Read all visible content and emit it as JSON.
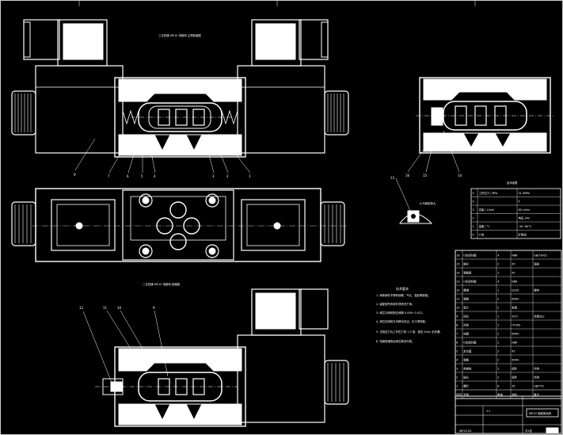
{
  "views": {
    "top_caption": "三位四通 WE10 电磁阀 主视剖面图",
    "bottom_caption": "二位四通 WE10 电磁阀 剖面图",
    "detail_caption": "A 向局部放大"
  },
  "callouts_top": [
    "9",
    "7",
    "6",
    "5",
    "4",
    "3",
    "2",
    "1"
  ],
  "callouts_side": [
    "16",
    "15",
    "14"
  ],
  "callouts_bottom": [
    "12",
    "11",
    "10",
    "9"
  ],
  "callout_detail": "13",
  "tech_table": {
    "title": "技术参数",
    "rows": [
      [
        "5",
        "工作压力 / MPa",
        "31.5MPa"
      ],
      [
        "4",
        "",
        "P"
      ],
      [
        "3",
        "流量 / L/min",
        "60 L/min"
      ],
      [
        "2",
        "",
        "电压 24V"
      ],
      [
        "1",
        "温度 / °C",
        "-30~80°C"
      ],
      [
        "0",
        "介质",
        "矿物油"
      ]
    ]
  },
  "notes": {
    "title": "技术要求",
    "items": [
      "1. 阀体铸件不得有砂眼、气孔、裂纹等缺陷。",
      "2. 装配前所有零件须清洗干净。",
      "3. 阀芯与阀体配合间隙 0.008~0.012。",
      "4. 阀芯在阀体孔内移动灵活，无卡滞现象。",
      "5. 试验压力为工作压力的 1.5 倍，保压 5min 无泄漏。",
      "6. 电磁铁通电后阀芯换向可靠。"
    ]
  },
  "bom": {
    "rows": [
      [
        "16",
        "O形密封圈",
        "4",
        "NBR",
        "GB/T3452"
      ],
      [
        "15",
        "推杆",
        "2",
        "45",
        "调质"
      ],
      [
        "14",
        "弹簧座",
        "2",
        "45",
        ""
      ],
      [
        "13",
        "O形密封圈",
        "4",
        "NBR",
        ""
      ],
      [
        "12",
        "螺堵",
        "1",
        "Q235",
        "镀锌"
      ],
      [
        "11",
        "弹簧",
        "2",
        "65Mn",
        ""
      ],
      [
        "10",
        "垫片",
        "2",
        "紫铜",
        ""
      ],
      [
        "9",
        "阀芯",
        "1",
        "20Cr",
        "渗碳淬火"
      ],
      [
        "8",
        "阀体",
        "1",
        "HT300",
        ""
      ],
      [
        "7",
        "挡圈",
        "2",
        "65Mn",
        ""
      ],
      [
        "6",
        "O形密封圈",
        "2",
        "NBR",
        ""
      ],
      [
        "5",
        "定位套",
        "2",
        "45",
        ""
      ],
      [
        "4",
        "弹簧",
        "2",
        "65Mn",
        ""
      ],
      [
        "3",
        "电磁铁",
        "2",
        "组件",
        "外购"
      ],
      [
        "2",
        "插头",
        "2",
        "组件",
        "外购"
      ],
      [
        "1",
        "螺钉",
        "8",
        "35",
        "GB/T70"
      ]
    ],
    "header": [
      "序号",
      "名称",
      "数量",
      "材料",
      "备注"
    ]
  },
  "title_block": {
    "name": "WE10 电磁换向阀",
    "drawing_no": "WE10-00",
    "scale": "1:1",
    "sheet": "共1张"
  }
}
